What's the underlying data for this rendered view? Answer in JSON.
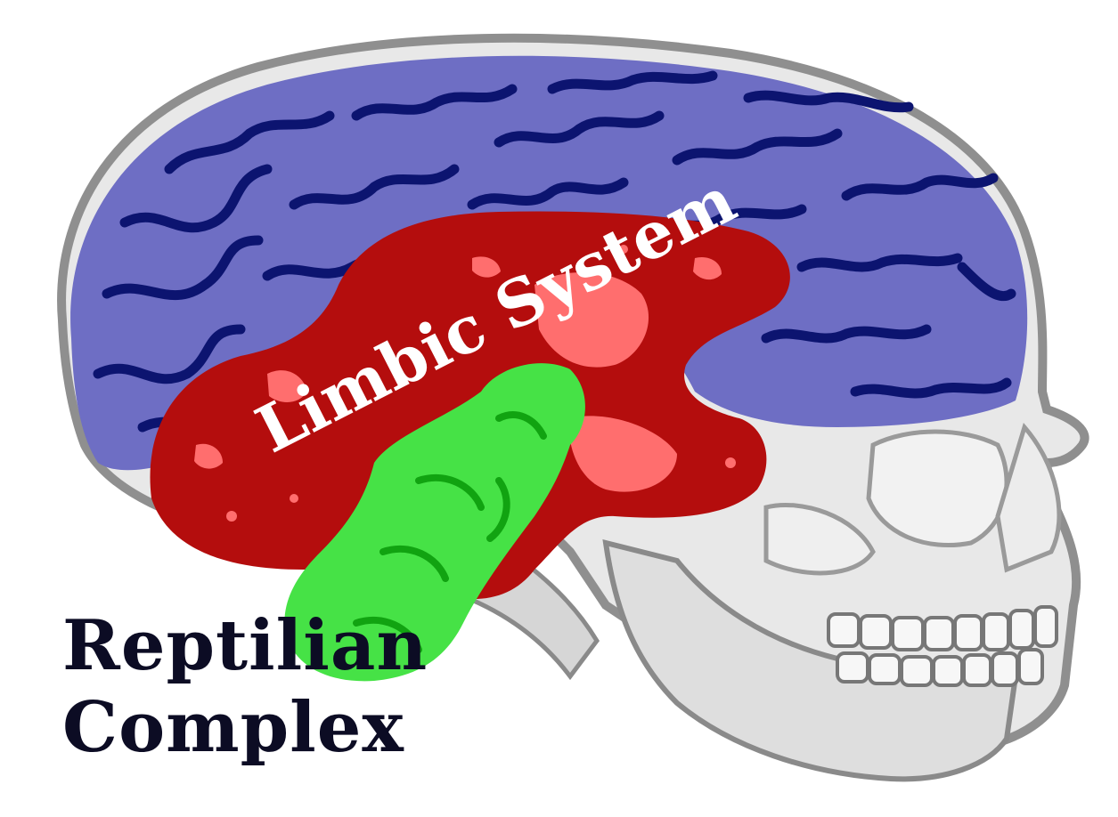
{
  "labels": {
    "limbic": "Limbic System",
    "reptilian_line1": "Reptilian",
    "reptilian_line2": "Complex"
  },
  "colors": {
    "neocortex_fill": "#6e6ec4",
    "neocortex_sulci": "#0c1470",
    "limbic_fill": "#b40d0d",
    "limbic_highlight": "#ff6e6e",
    "reptilian_fill": "#46e246",
    "reptilian_dark": "#11a311",
    "skull_fill": "#e6e6e6",
    "skull_stroke": "#8f8f8f",
    "limbic_text": "#ffffff",
    "reptilian_text": "#0c0c24"
  },
  "icons": {
    "skull": "skull-illustration",
    "brain": "brain-illustration"
  }
}
